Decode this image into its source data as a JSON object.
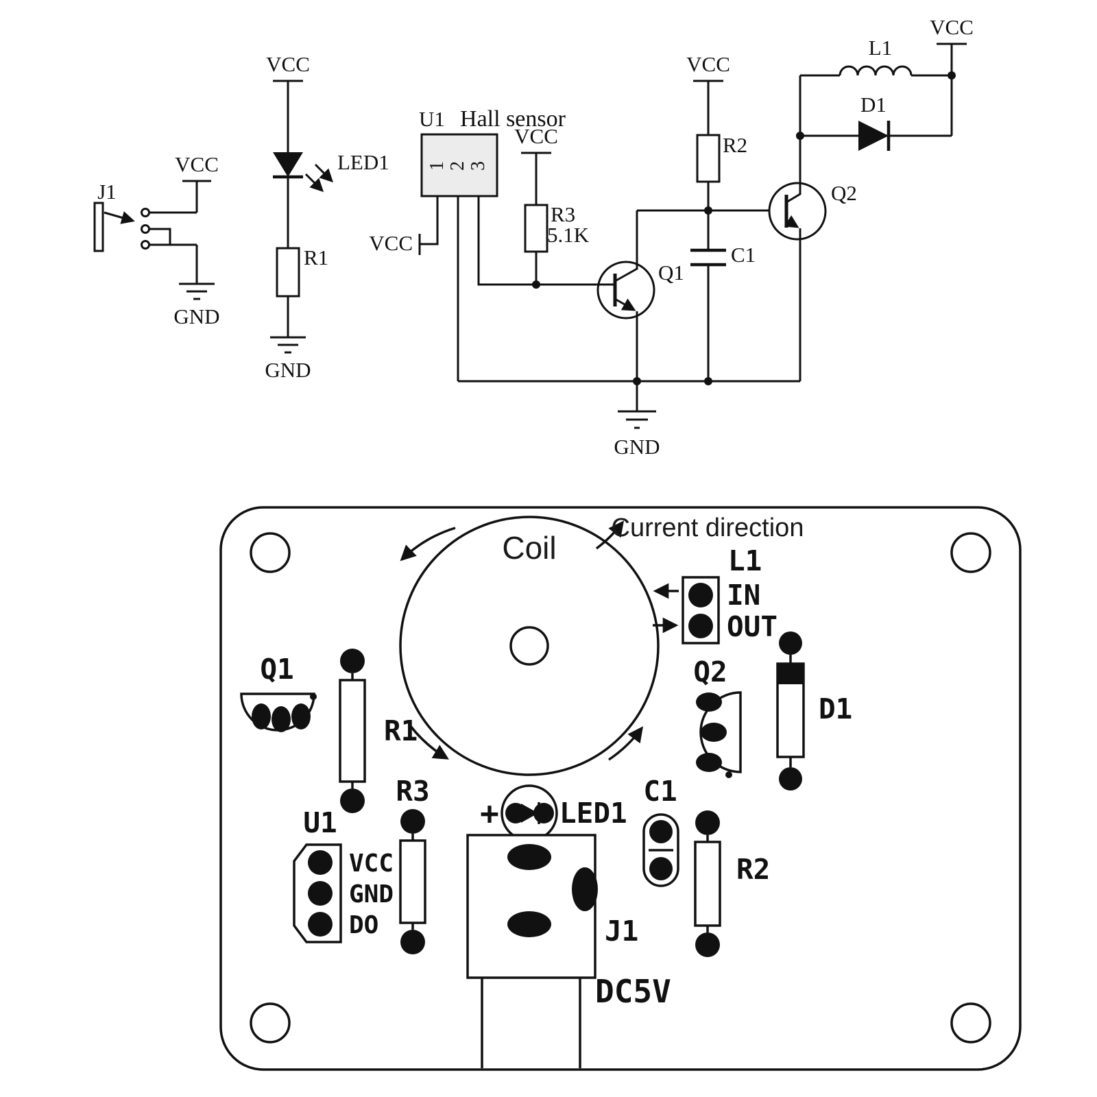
{
  "figure": {
    "description": "Hall sensor driver circuit schematic with PCB component layout",
    "ink_color": "#111111",
    "u1_fill": "#ececec"
  },
  "schematic": {
    "nets": {
      "vcc": "VCC",
      "gnd": "GND"
    },
    "components": {
      "j1": "J1",
      "led1": "LED1",
      "r1": "R1",
      "u1": "U1",
      "u1_name": "Hall sensor",
      "u1_pin1": "1",
      "u1_pin2": "2",
      "u1_pin3": "3",
      "r3": "R3",
      "r3_value": "5.1K",
      "q1": "Q1",
      "r2": "R2",
      "c1": "C1",
      "q2": "Q2",
      "l1": "L1",
      "d1": "D1"
    }
  },
  "pcb": {
    "coil": "Coil",
    "current_direction": "Current direction",
    "l1": "L1",
    "l1_in": "IN",
    "l1_out": "OUT",
    "q1": "Q1",
    "r1": "R1",
    "r3": "R3",
    "u1": "U1",
    "u1_pin_vcc": "VCC",
    "u1_pin_gnd": "GND",
    "u1_pin_do": "DO",
    "led1": "LED1",
    "led1_plus": "+",
    "j1": "J1",
    "power": "DC5V",
    "c1": "C1",
    "r2": "R2",
    "q2": "Q2",
    "d1": "D1"
  }
}
